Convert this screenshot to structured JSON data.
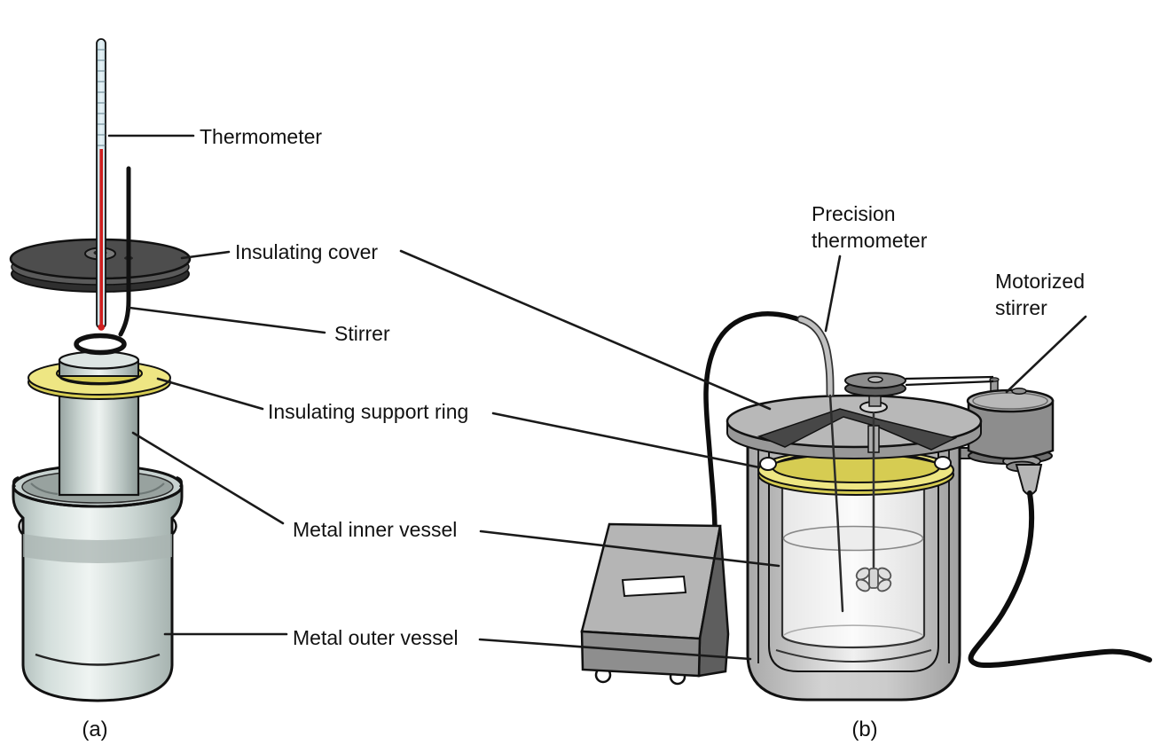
{
  "figure": {
    "type": "diagram",
    "description": "Cutaway illustrations of two calorimeters: (a) simple coffee-can style calorimeter, (b) precision calorimeter with motorized stirrer and readout box",
    "background": "#ffffff"
  },
  "panel_a": {
    "caption": "(a)",
    "labels": {
      "thermometer": "Thermometer",
      "insulating_cover": "Insulating cover",
      "stirrer": "Stirrer",
      "insulating_support_ring": "Insulating support ring",
      "metal_inner_vessel": "Metal inner vessel",
      "metal_outer_vessel": "Metal outer vessel"
    }
  },
  "panel_b": {
    "caption": "(b)",
    "labels": {
      "precision_thermometer_line1": "Precision",
      "precision_thermometer_line2": "thermometer",
      "motorized_stirrer_line1": "Motorized",
      "motorized_stirrer_line2": "stirrer"
    }
  },
  "colors": {
    "label_text": "#111111",
    "leader_line": "#1a1a1a",
    "insulating_cover_gray": "#4d4d4d",
    "support_ring_yellow": "#eee683",
    "support_ring_yellow_dark": "#d6cc52",
    "thermometer_fluid_red": "#cf1f1f",
    "thermometer_tube_blue": "#d8eaf0",
    "metal_silver": "#c9d4d2",
    "equipment_gray": "#8d8d8d",
    "cable_black": "#0d0d0d"
  }
}
